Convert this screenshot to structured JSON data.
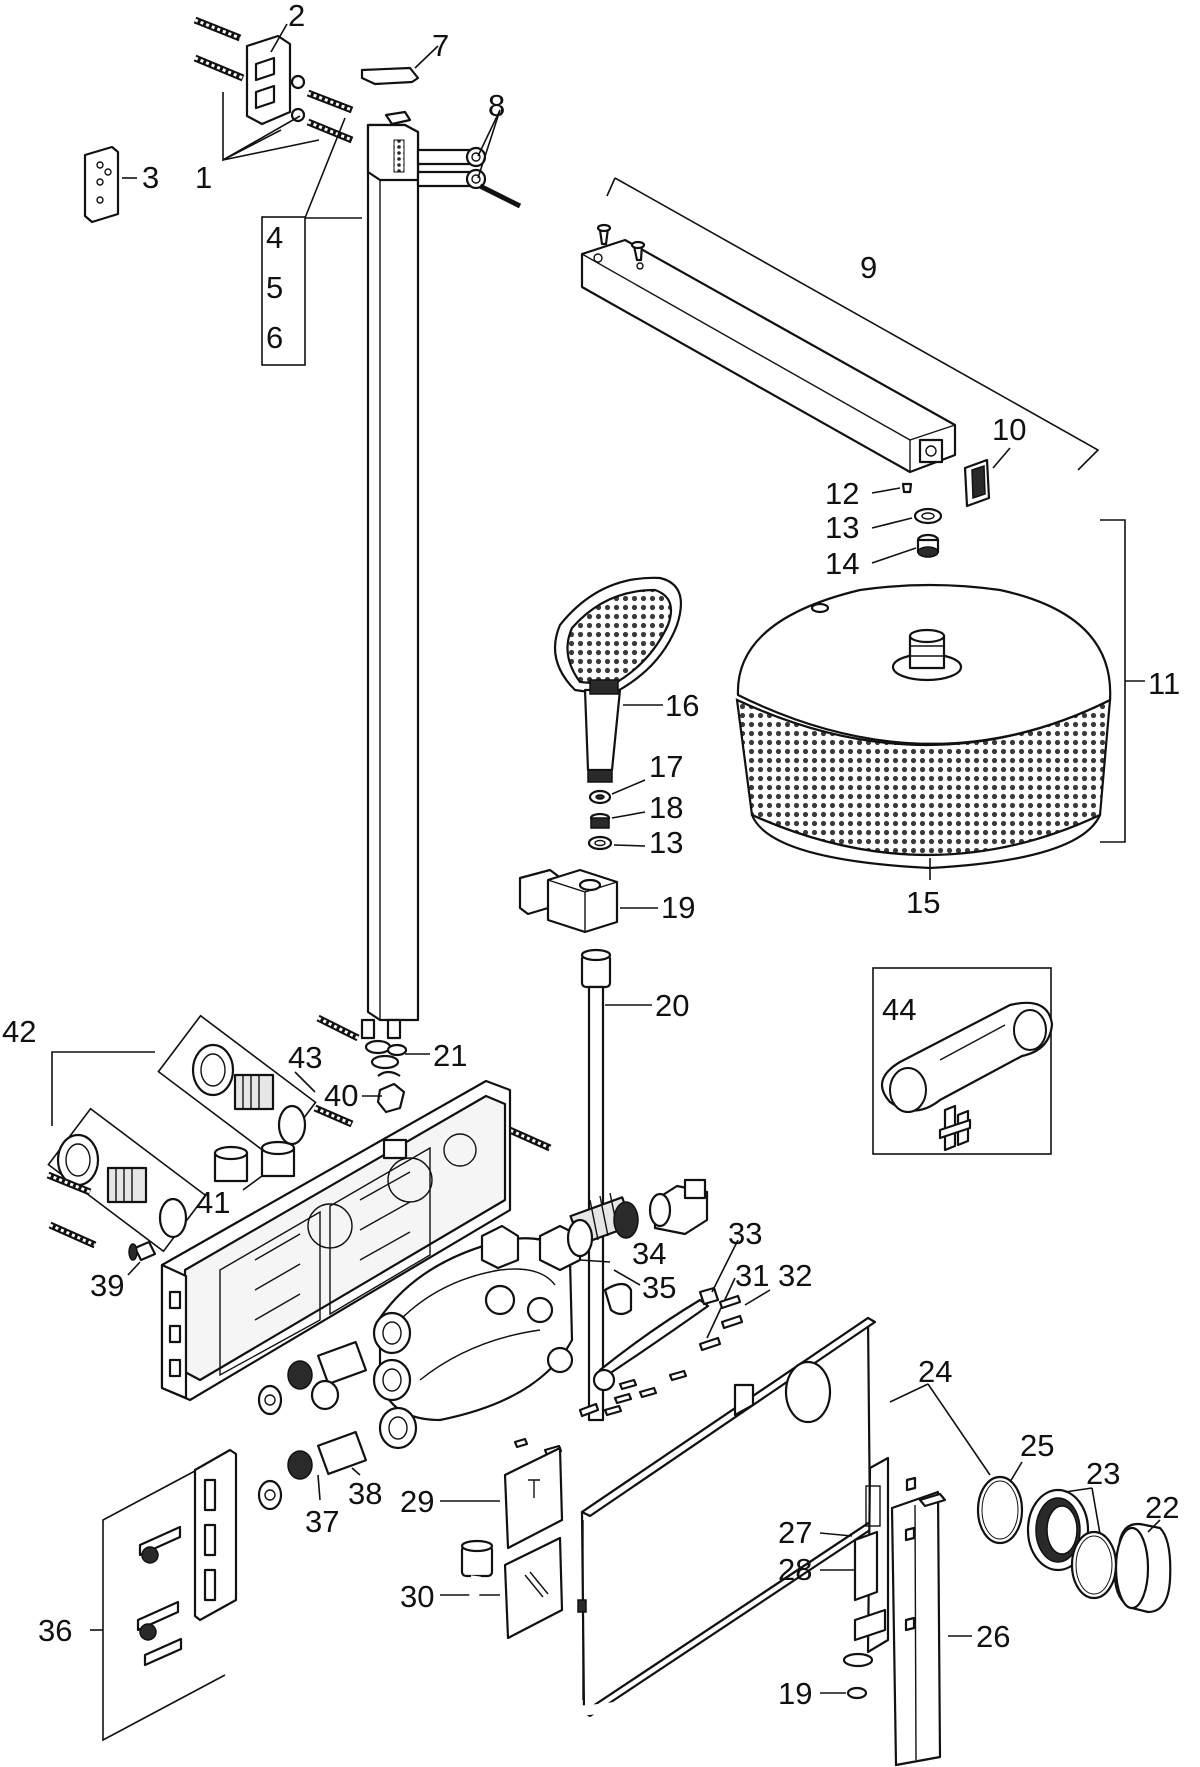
{
  "colors": {
    "ink": "#111111",
    "paper": "#ffffff"
  },
  "labels": {
    "l1": "1",
    "l2": "2",
    "l3": "3",
    "l4": "4",
    "l5": "5",
    "l6": "6",
    "l7": "7",
    "l8": "8",
    "l9": "9",
    "l10": "10",
    "l11": "11",
    "l12": "12",
    "l13a": "13",
    "l13b": "13",
    "l14": "14",
    "l15": "15",
    "l16": "16",
    "l17": "17",
    "l18": "18",
    "l19a": "19",
    "l19b": "19",
    "l20": "20",
    "l21": "21",
    "l22": "22",
    "l23": "23",
    "l24": "24",
    "l25": "25",
    "l26": "26",
    "l27": "27",
    "l28": "28",
    "l29": "29",
    "l30": "30",
    "l31": "31",
    "l32": "32",
    "l33": "33",
    "l34": "34",
    "l35": "35",
    "l36": "36",
    "l37": "37",
    "l38": "38",
    "l39": "39",
    "l40": "40",
    "l41": "41",
    "l42": "42",
    "l43": "43",
    "l44": "44"
  }
}
